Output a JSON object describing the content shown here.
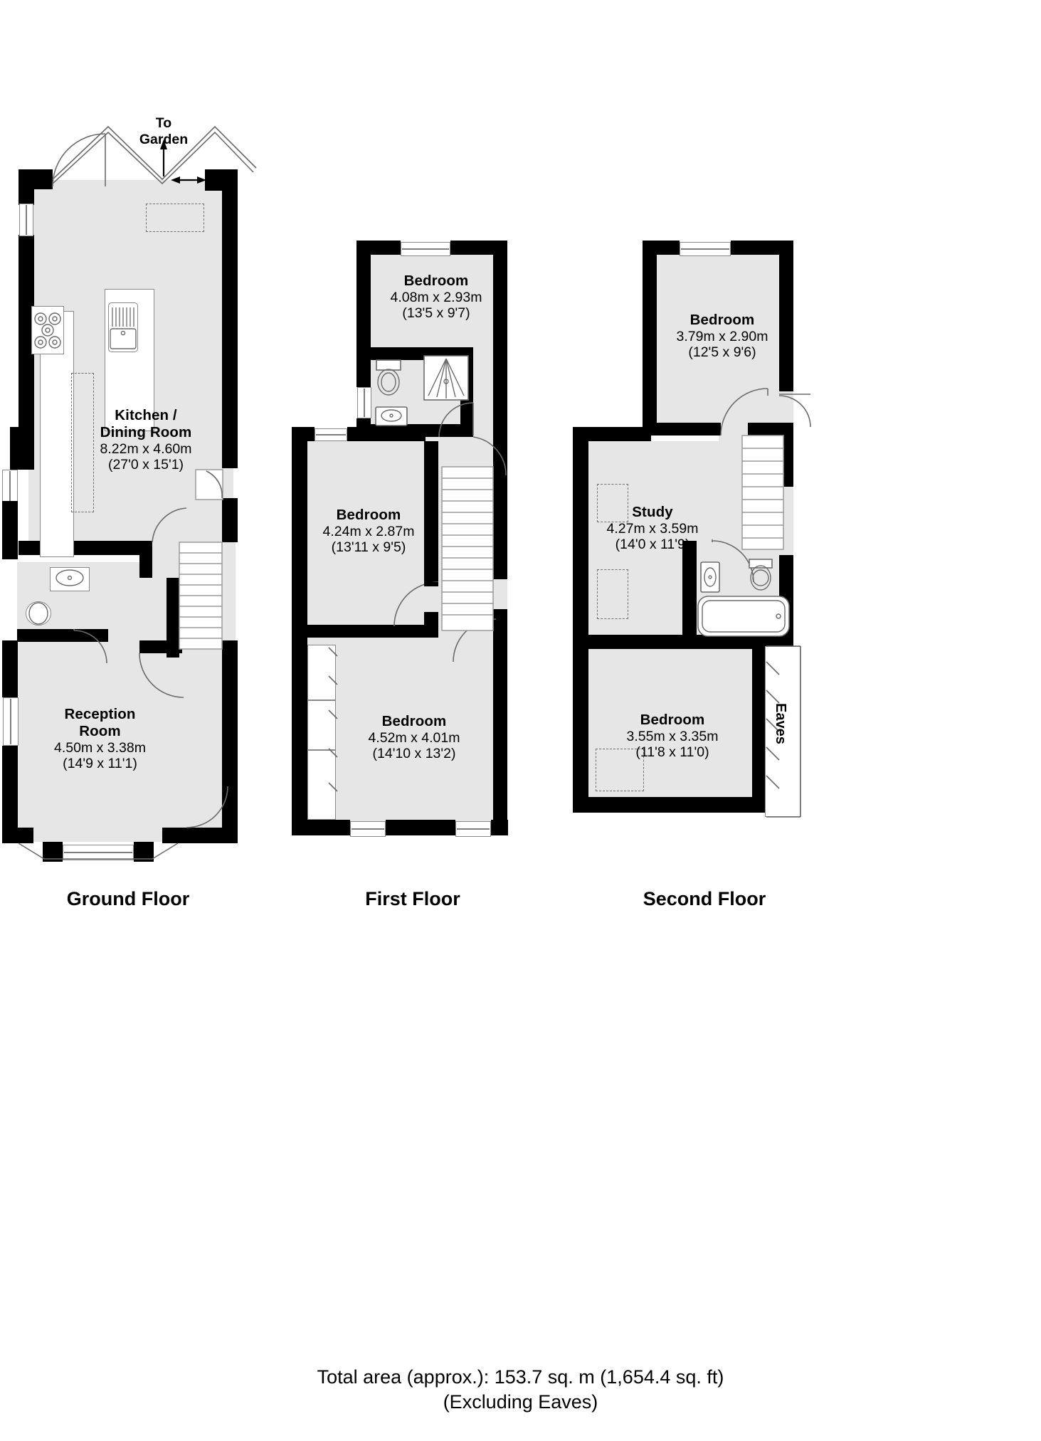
{
  "document": {
    "type": "floor-plan",
    "total_area_line1": "Total area (approx.): 153.7 sq. m (1,654.4 sq. ft)",
    "total_area_line2": "(Excluding Eaves)"
  },
  "floors": [
    {
      "id": "ground",
      "title": "Ground Floor",
      "annotations": [
        {
          "name": "to-garden",
          "text_line1": "To",
          "text_line2": "Garden"
        }
      ],
      "rooms": [
        {
          "name": "Kitchen / Dining Room",
          "name_line1": "Kitchen /",
          "name_line2": "Dining Room",
          "metric": "8.22m x 4.60m",
          "imperial": "(27'0 x 15'1)"
        },
        {
          "name": "Reception Room",
          "name_line1": "Reception",
          "name_line2": "Room",
          "metric": "4.50m x 3.38m",
          "imperial": "(14'9 x 11'1)"
        }
      ],
      "fixtures": [
        "hob-icon",
        "sink-icon",
        "basin-icon",
        "toilet-icon",
        "staircase-icon",
        "bifold-door-icon",
        "door-swing-icon",
        "window-icon",
        "bay-window-icon"
      ]
    },
    {
      "id": "first",
      "title": "First Floor",
      "rooms": [
        {
          "name": "Bedroom",
          "metric": "4.08m x 2.93m",
          "imperial": "(13'5 x 9'7)"
        },
        {
          "name": "Bedroom",
          "metric": "4.24m x 2.87m",
          "imperial": "(13'11 x 9'5)"
        },
        {
          "name": "Bedroom",
          "metric": "4.52m x 4.01m",
          "imperial": "(14'10 x 13'2)"
        }
      ],
      "fixtures": [
        "toilet-icon",
        "basin-icon",
        "shower-icon",
        "staircase-icon",
        "door-swing-icon",
        "window-icon"
      ]
    },
    {
      "id": "second",
      "title": "Second Floor",
      "annotations": [
        {
          "name": "eaves",
          "text": "Eaves"
        }
      ],
      "rooms": [
        {
          "name": "Bedroom",
          "metric": "3.79m x 2.90m",
          "imperial": "(12'5 x 9'6)"
        },
        {
          "name": "Study",
          "metric": "4.27m x 3.59m",
          "imperial": "(14'0 x 11'9)"
        },
        {
          "name": "Bedroom",
          "metric": "3.55m x 3.35m",
          "imperial": "(11'8 x 11'0)"
        }
      ],
      "fixtures": [
        "toilet-icon",
        "basin-icon",
        "bath-icon",
        "staircase-icon",
        "door-swing-icon",
        "window-icon",
        "eaves-storage-icon"
      ]
    }
  ],
  "colors": {
    "wall": "#000000",
    "room_fill": "#e6e6e6",
    "line": "#6b6b6b",
    "background": "#ffffff"
  }
}
